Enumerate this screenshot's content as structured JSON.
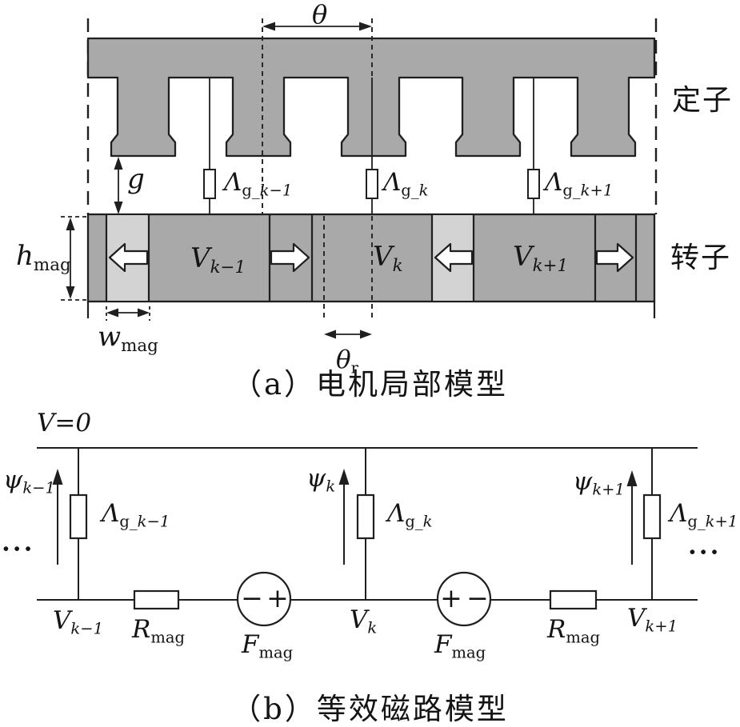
{
  "colors": {
    "steel_gray": "#a9a9a9",
    "magnet_light_gray": "#d3d3d3",
    "line": "#1f1f1f",
    "background": "#ffffff"
  },
  "part_a": {
    "caption": "（a）电机局部模型",
    "stator_label": "定子",
    "rotor_label": "转子",
    "pitch_label": "θ",
    "rotor_pitch": {
      "main": "θ",
      "sub_up": "r"
    },
    "airgap_label": "g",
    "magnet_height": {
      "main": "h",
      "sub_up": "mag"
    },
    "magnet_width": {
      "main": "w",
      "sub_up": "mag"
    },
    "airgap_permeances": [
      {
        "main": "Λ",
        "sub_up": "g_",
        "sub_it": "k−1"
      },
      {
        "main": "Λ",
        "sub_up": "g_",
        "sub_it": "k"
      },
      {
        "main": "Λ",
        "sub_up": "g_",
        "sub_it": "k+1"
      }
    ],
    "pole_potentials": [
      {
        "main": "V",
        "sub_it": "k−1"
      },
      {
        "main": "V",
        "sub_it": "k"
      },
      {
        "main": "V",
        "sub_it": "k+1"
      }
    ],
    "magnet_directions": [
      "left",
      "right",
      "left",
      "right"
    ]
  },
  "part_b": {
    "caption": "（b）等效磁路模型",
    "ground_label": "V=0",
    "flux_linkages": [
      {
        "main": "ψ",
        "sub_it": "k−1"
      },
      {
        "main": "ψ",
        "sub_it": "k"
      },
      {
        "main": "ψ",
        "sub_it": "k+1"
      }
    ],
    "airgap_permeances": [
      {
        "main": "Λ",
        "sub_up": "g_",
        "sub_it": "k−1"
      },
      {
        "main": "Λ",
        "sub_up": "g_",
        "sub_it": "k"
      },
      {
        "main": "Λ",
        "sub_up": "g_",
        "sub_it": "k+1"
      }
    ],
    "node_potentials": [
      {
        "main": "V",
        "sub_it": "k−1"
      },
      {
        "main": "V",
        "sub_it": "k"
      },
      {
        "main": "V",
        "sub_it": "k+1"
      }
    ],
    "magnet_reluctances": [
      {
        "main": "R",
        "sub_up": "mag"
      },
      {
        "main": "R",
        "sub_up": "mag"
      }
    ],
    "mmf_sources": [
      {
        "main": "F",
        "sub_up": "mag"
      },
      {
        "main": "F",
        "sub_up": "mag"
      }
    ],
    "source_polarities": [
      {
        "left": "−",
        "right": "+"
      },
      {
        "left": "+",
        "right": "−"
      }
    ],
    "ellipsis": "···"
  }
}
